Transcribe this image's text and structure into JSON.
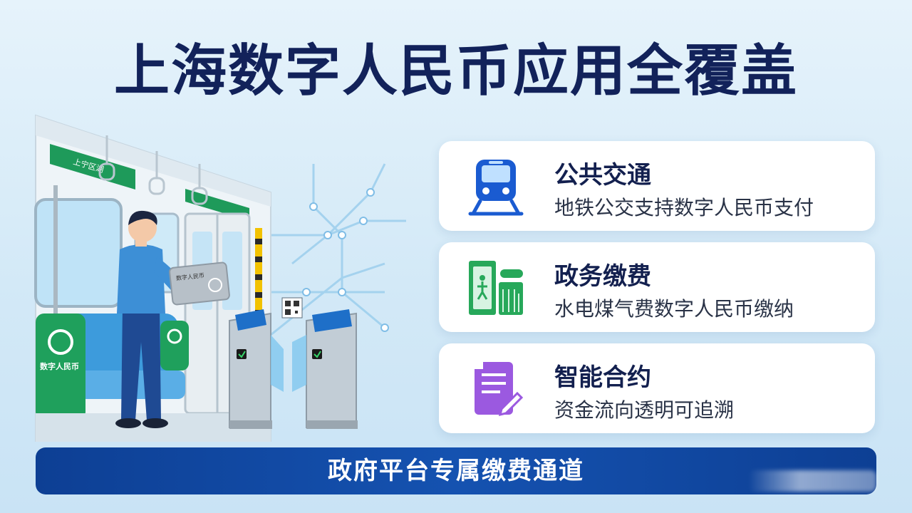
{
  "header": {
    "title": "上海数字人民币应用全覆盖"
  },
  "illustration": {
    "train_sign_text": "上宁区湖",
    "seat_logo_text": "数字人民币",
    "card_text": "数字人民币"
  },
  "cards": [
    {
      "title": "公共交通",
      "desc": "地铁公交支持数字人民币支付",
      "icon": "train-icon",
      "color": "#1a5bd1"
    },
    {
      "title": "政务缴费",
      "desc": "水电煤气费数字人民币缴纳",
      "icon": "utility-payment-icon",
      "color": "#27a85a"
    },
    {
      "title": "智能合约",
      "desc": "资金流向透明可追溯",
      "icon": "contract-document-icon",
      "color": "#9b59e0"
    }
  ],
  "banner": {
    "text": "政府平台专属缴费通道"
  },
  "colors": {
    "title": "#12225a",
    "banner": "#0d3f94",
    "accent_green": "#27a85a"
  }
}
